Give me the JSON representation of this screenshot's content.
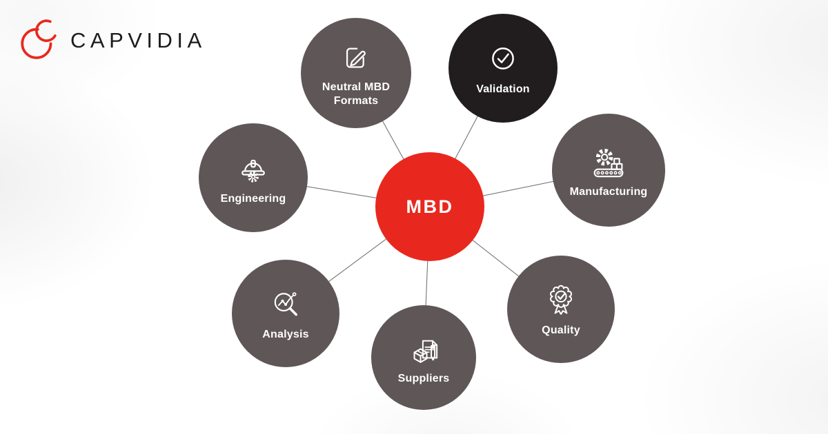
{
  "brand": {
    "name": "CAPVIDIA",
    "logo_color": "#e8281e",
    "wordmark_color": "#1c1c1e"
  },
  "diagram": {
    "center": {
      "label": "MBD",
      "color": "#e8281e",
      "text_color": "#ffffff"
    },
    "nodes": [
      {
        "id": "neutral-mbd-formats",
        "label": "Neutral MBD Formats",
        "icon": "edit-icon",
        "color": "#5f5658"
      },
      {
        "id": "validation",
        "label": "Validation",
        "icon": "check-circle-icon",
        "color": "#211d1e"
      },
      {
        "id": "manufacturing",
        "label": "Manufacturing",
        "icon": "gear-conveyor-icon",
        "color": "#5f5658"
      },
      {
        "id": "quality",
        "label": "Quality",
        "icon": "award-ribbon-icon",
        "color": "#5f5658"
      },
      {
        "id": "suppliers",
        "label": "Suppliers",
        "icon": "package-document-pencil-icon",
        "color": "#5f5658"
      },
      {
        "id": "analysis",
        "label": "Analysis",
        "icon": "magnifier-chart-icon",
        "color": "#5f5658"
      },
      {
        "id": "engineering",
        "label": "Engineering",
        "icon": "hard-hat-gear-icon",
        "color": "#5f5658"
      }
    ],
    "connector_color": "#757575",
    "label_color": "#ffffff"
  }
}
